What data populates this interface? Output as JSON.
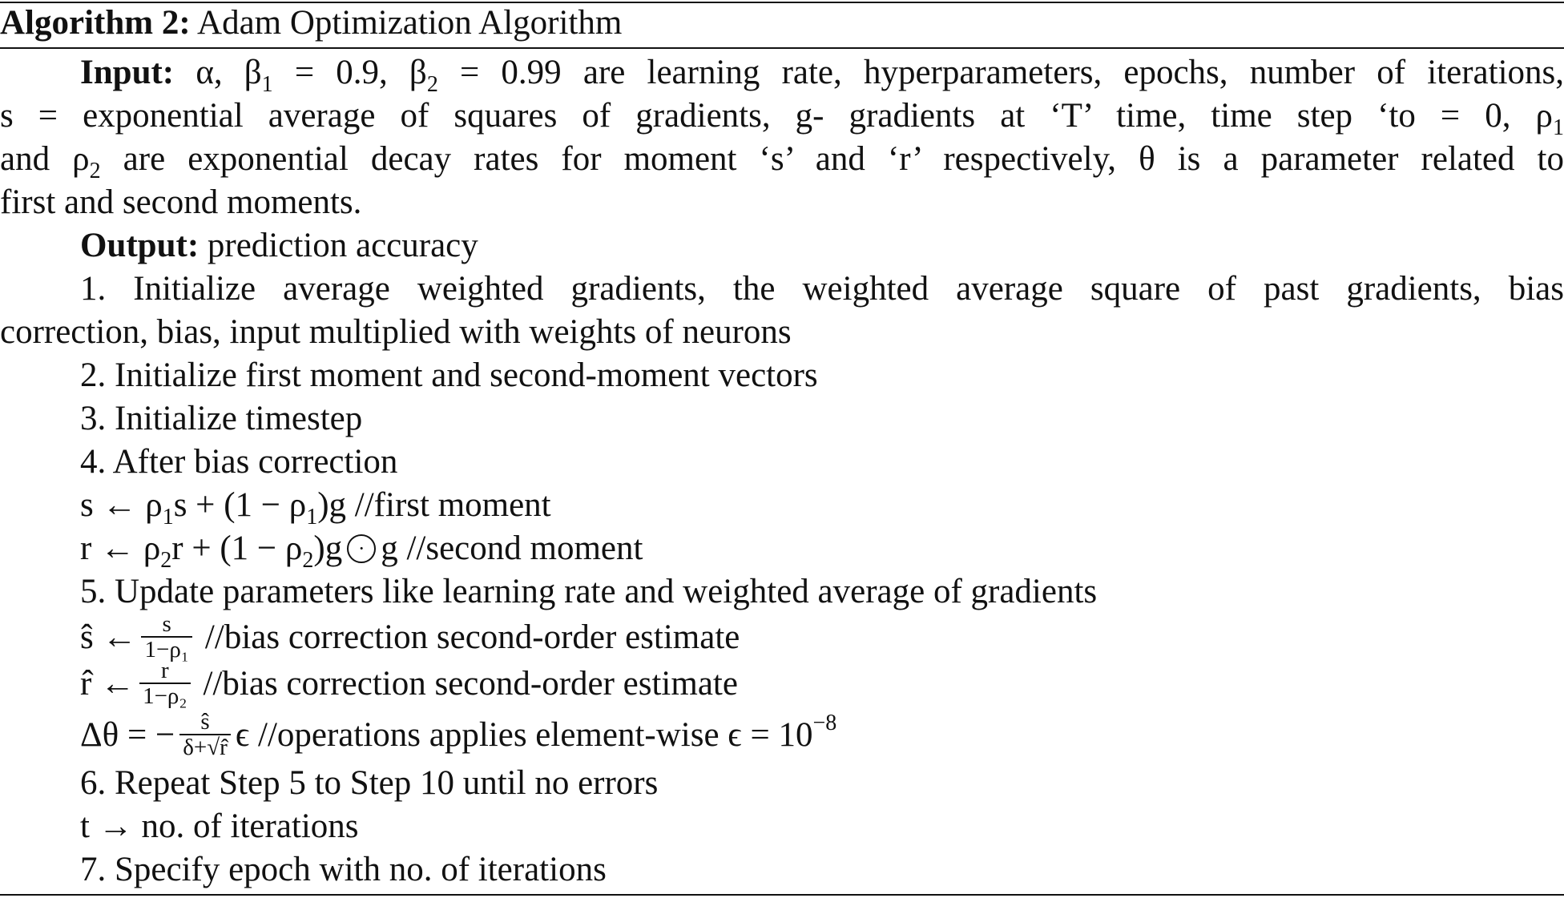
{
  "algorithm": {
    "label": "Algorithm 2:",
    "title": "Adam Optimization Algorithm"
  },
  "input": {
    "label": "Input:",
    "line1_pre": "α, β",
    "line1_b1sub": "1",
    "line1_mid1": " = 0.9, β",
    "line1_b2sub": "2",
    "line1_post": " = 0.99 are learning rate, hyperparameters, epochs, number of iterations,",
    "line2_pre": "s = exponential average of squares of gradients, g- gradients at ‘T’ time, time step ‘to = 0, ρ",
    "line2_sub": "1",
    "line3_pre": "and ρ",
    "line3_sub": "2",
    "line3_post": " are exponential decay rates for moment ‘s’ and ‘r’ respectively, θ is a parameter related to",
    "line4": "first and second moments."
  },
  "output": {
    "label": "Output:",
    "text": " prediction accuracy"
  },
  "steps": {
    "s1_line1": "1. Initialize average weighted gradients, the weighted average square of past gradients, bias",
    "s1_line2": "correction, bias, input multiplied with weights of neurons",
    "s2": "2. Initialize first moment and second-moment vectors",
    "s3": "3. Initialize timestep",
    "s4": "4. After bias correction",
    "eq_s": {
      "a": "s ← ρ",
      "a_sub": "1",
      "b": "s + (1 − ρ",
      "b_sub": "1",
      "c": ")g //first moment"
    },
    "eq_r": {
      "a": "r ← ρ",
      "a_sub": "2",
      "b": "r + (1 − ρ",
      "b_sub": "2",
      "c": ")g",
      "odot": "·",
      "d": "g //second moment"
    },
    "s5": "5. Update parameters like learning rate and weighted average of gradients",
    "eq_shat": {
      "lhs": "ŝ ←",
      "num": "s",
      "den": "1−ρ₁",
      "comment": "//bias correction second-order estimate"
    },
    "eq_rhat": {
      "lhs": "r̂ ←",
      "num": "r",
      "den": "1−ρ₂",
      "comment": "//bias correction second-order estimate"
    },
    "eq_theta": {
      "lhs": "Δθ = −",
      "num": "ŝ",
      "den": "δ+√r̂",
      "post": "ϵ //operations applies element-wise ϵ = 10",
      "exp": "−8"
    },
    "s6": "6. Repeat Step 5 to Step 10 until no errors",
    "t_line": "t →  no. of iterations",
    "s7": "7. Specify epoch with no. of iterations"
  }
}
